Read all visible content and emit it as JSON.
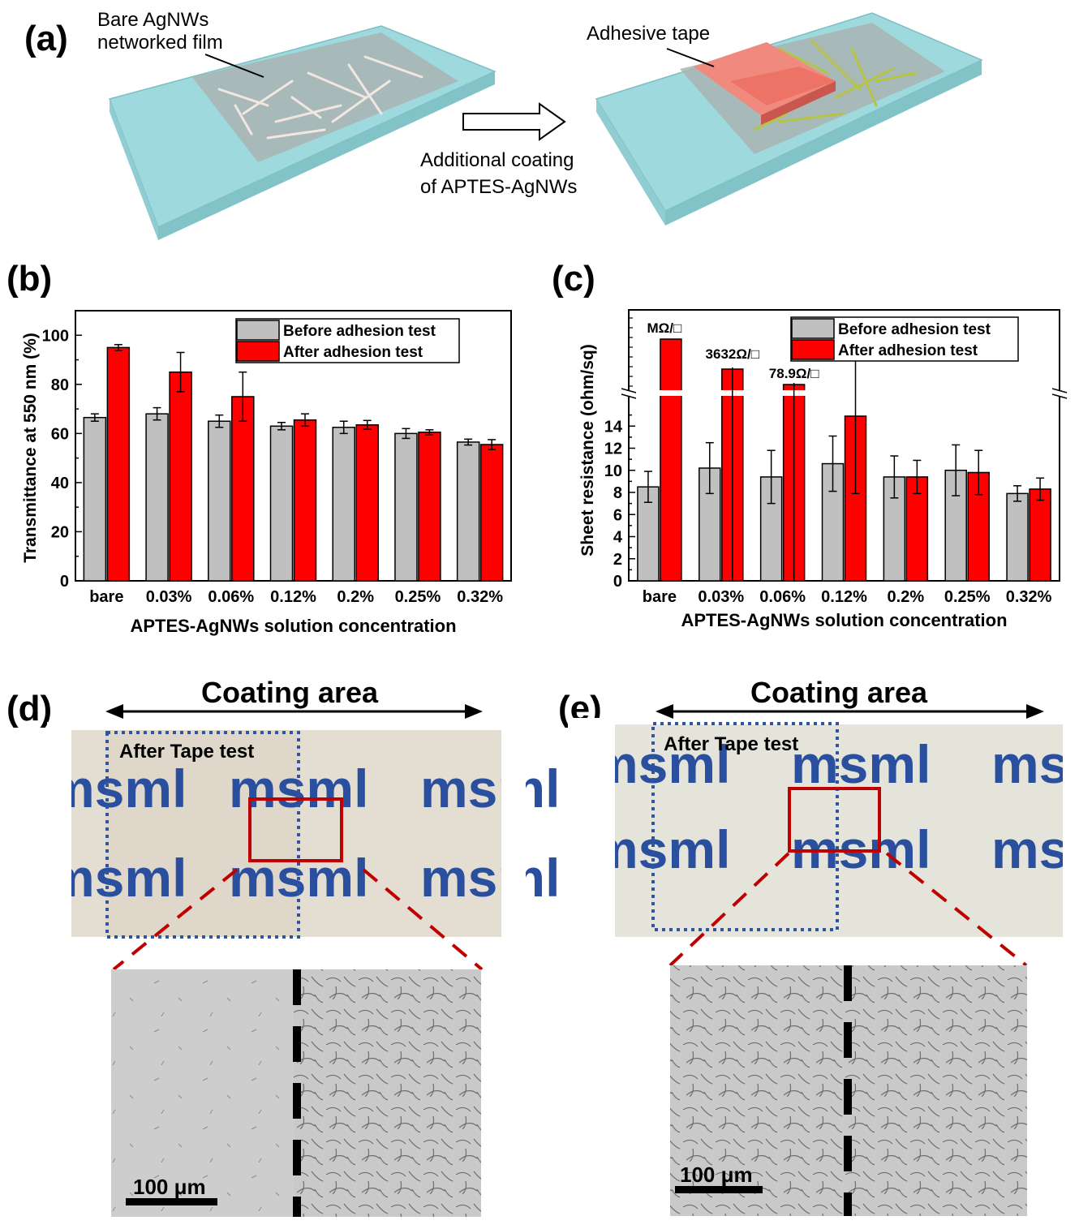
{
  "panels": {
    "a": {
      "letter": "(a)",
      "label_bare_line1": "Bare AgNWs",
      "label_bare_line2": "networked film",
      "label_tape": "Adhesive tape",
      "arrow_line1": "Additional coating",
      "arrow_line2": "of APTES-AgNWs"
    },
    "b": {
      "letter": "(b)"
    },
    "c": {
      "letter": "(c)"
    },
    "d": {
      "letter": "(d)",
      "coating_area": "Coating area",
      "after_tape": "After Tape test",
      "logo_text": "msml",
      "scale_bar": "100 μm"
    },
    "e": {
      "letter": "(e)",
      "coating_area": "Coating area",
      "after_tape": "After Tape test",
      "logo_text": "msml",
      "scale_bar": "100 μm"
    }
  },
  "colors": {
    "before": "#c0c0c0",
    "after": "#ff0000",
    "glass": "#9ed9dd",
    "film": "#a9b3b3",
    "tape": "#ef7a70",
    "logo": "#2a4f9e",
    "highlight_box": "#c00000",
    "dotted_box": "#2f54a0"
  },
  "chart_data": [
    {
      "type": "bar",
      "panel": "b",
      "categories": [
        "bare",
        "0.03%",
        "0.06%",
        "0.12%",
        "0.2%",
        "0.25%",
        "0.32%"
      ],
      "series": [
        {
          "name": "Before adhesion test",
          "values": [
            66.5,
            68,
            65,
            63,
            62.5,
            60,
            56.5
          ],
          "errors": [
            1.5,
            2.5,
            2.5,
            1.5,
            2.5,
            2,
            1.2
          ]
        },
        {
          "name": "After adhesion test",
          "values": [
            95,
            85,
            75,
            65.5,
            63.5,
            60.5,
            55.5
          ],
          "errors": [
            1.2,
            8,
            10,
            2.5,
            1.8,
            1,
            2
          ]
        }
      ],
      "xlabel": "APTES-AgNWs solution concentration",
      "ylabel": "Transmittance at 550 nm (%)",
      "ylim": [
        0,
        110
      ],
      "yticks": [
        0,
        20,
        40,
        60,
        80,
        100
      ],
      "legend_position": "top-right"
    },
    {
      "type": "bar",
      "panel": "c",
      "categories": [
        "bare",
        "0.03%",
        "0.06%",
        "0.12%",
        "0.2%",
        "0.25%",
        "0.32%"
      ],
      "series": [
        {
          "name": "Before adhesion test",
          "values": [
            8.5,
            10.2,
            9.4,
            10.6,
            9.4,
            10,
            7.9
          ],
          "errors": [
            1.4,
            2.3,
            2.4,
            2.5,
            1.9,
            2.3,
            0.7
          ]
        },
        {
          "name": "After adhesion test",
          "values": [
            null,
            null,
            null,
            14.9,
            9.4,
            9.8,
            8.3
          ],
          "errors": [
            null,
            null,
            0.15,
            7,
            1.5,
            2,
            1
          ]
        }
      ],
      "broken_axis_labels": [
        "MΩ/□",
        "3632Ω/□",
        "78.9Ω/□"
      ],
      "xlabel": "APTES-AgNWs solution concentration",
      "ylabel": "Sheet resistance (ohm/sq)",
      "ylim": [
        0,
        16
      ],
      "yticks": [
        0,
        2,
        4,
        6,
        8,
        10,
        12,
        14
      ],
      "broken_axis": true,
      "legend_position": "top-right"
    }
  ]
}
